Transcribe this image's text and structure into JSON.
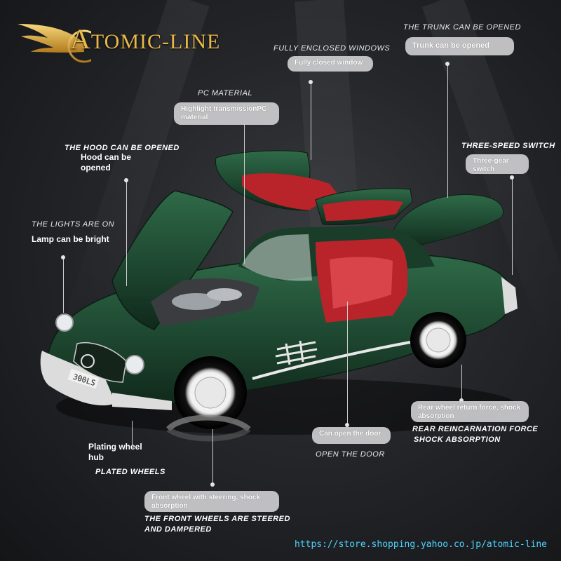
{
  "brand": {
    "name_first": "A",
    "name_rest": "TOMIC-LINE"
  },
  "url": "https://store.shopping.yahoo.co.jp/atomic-line",
  "features": {
    "trunk": {
      "tag": "THE TRUNK CAN BE OPENED",
      "pill": "Trunk can be opened"
    },
    "windows": {
      "tag": "FULLY ENCLOSED WINDOWS",
      "pill": "Fully closed window"
    },
    "pc": {
      "tag": "PC MATERIAL",
      "pill": "Highlight transmissionPC material"
    },
    "hood": {
      "tag": "THE HOOD CAN BE OPENED",
      "plain": "Hood can be opened"
    },
    "switch": {
      "tag": "THREE-SPEED SWITCH",
      "pill": "Three-gear switch"
    },
    "lights": {
      "tag": "THE LIGHTS ARE ON",
      "plain": "Lamp can be bright"
    },
    "rear": {
      "pill": "Rear wheel return force, shock absorption",
      "tag_line1": "REAR REINCARNATION FORCE",
      "tag_line2": "SHOCK ABSORPTION"
    },
    "door": {
      "pill": "Can open the door",
      "tag": "OPEN THE DOOR"
    },
    "wheels": {
      "plain": "Plating wheel hub",
      "tag": "PLATED WHEELS"
    },
    "front": {
      "pill": "Front wheel with steering, shock absorption",
      "tag_line1": "THE FRONT WHEELS ARE STEERED",
      "tag_line2": "AND DAMPERED"
    }
  },
  "car": {
    "body_color": "#1f4a32",
    "interior_color": "#b8242a",
    "plate": "300LS"
  }
}
